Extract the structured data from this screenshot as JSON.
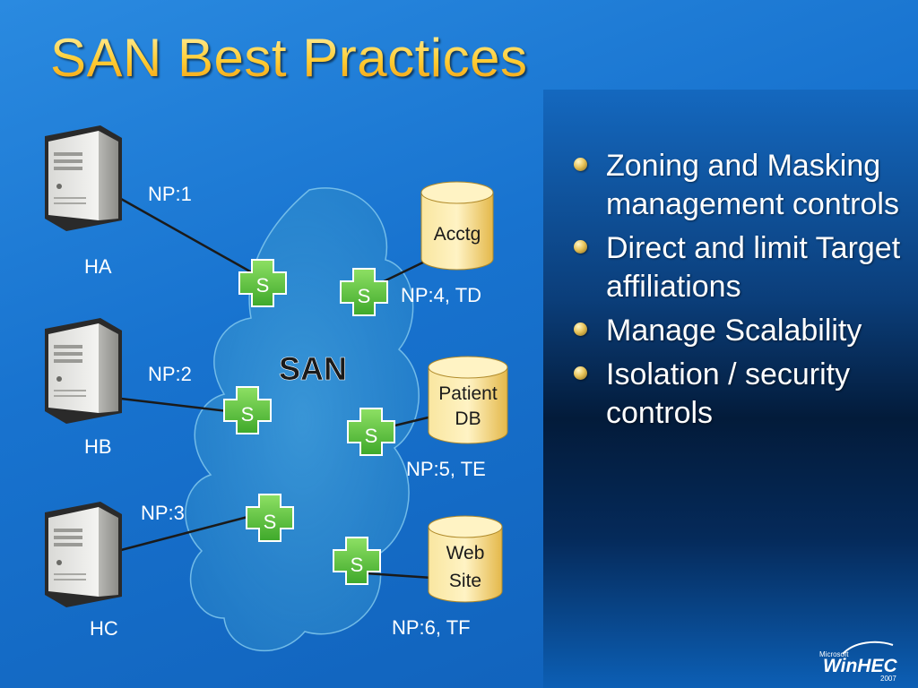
{
  "slide": {
    "title": "SAN Best Practices",
    "bullets": [
      "Zoning and Masking management controls",
      "Direct and limit Target affiliations",
      "Manage Scalability",
      "Isolation / security controls"
    ],
    "logo": {
      "brand": "Microsoft",
      "name": "WinHEC",
      "year": "2007"
    }
  },
  "diagram": {
    "cloud_label": "SAN",
    "switch_label": "S",
    "hosts": [
      {
        "name": "HA",
        "port": "NP:1"
      },
      {
        "name": "HB",
        "port": "NP:2"
      },
      {
        "name": "HC",
        "port": "NP:3"
      }
    ],
    "storage": [
      {
        "lines": [
          "Acctg"
        ],
        "port": "NP:4, TD"
      },
      {
        "lines": [
          "Patient",
          "DB"
        ],
        "port": "NP:5, TE"
      },
      {
        "lines": [
          "Web",
          "Site"
        ],
        "port": "NP:6, TF"
      }
    ]
  },
  "colors": {
    "title": "#ffcc33",
    "switch": "#5cc83c",
    "storage": "#f7d46a",
    "background": "#1873cf"
  }
}
